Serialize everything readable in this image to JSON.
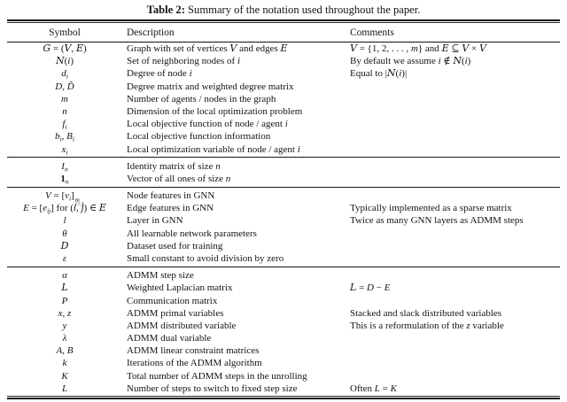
{
  "caption": {
    "label": "Table 2:",
    "text": "Summary of the notation used throughout the paper."
  },
  "table": {
    "headers": [
      "Symbol",
      "Description",
      "Comments"
    ],
    "sections": [
      {
        "rows": [
          {
            "symbol": [
              {
                "c": "G"
              },
              {
                "t": " = ("
              },
              {
                "c": "V"
              },
              {
                "t": ", "
              },
              {
                "c": "E"
              },
              {
                "t": ")"
              }
            ],
            "description": [
              {
                "t": "Graph with set of vertices "
              },
              {
                "c": "V"
              },
              {
                "t": " and edges "
              },
              {
                "c": "E"
              }
            ],
            "comments": [
              {
                "c": "V"
              },
              {
                "t": " = {1, 2, . . . , "
              },
              {
                "i": "m"
              },
              {
                "t": "} and "
              },
              {
                "c": "E"
              },
              {
                "t": " ⊆ "
              },
              {
                "c": "V"
              },
              {
                "t": " × "
              },
              {
                "c": "V"
              }
            ]
          },
          {
            "symbol": [
              {
                "c": "N"
              },
              {
                "t": "("
              },
              {
                "i": "i"
              },
              {
                "t": ")"
              }
            ],
            "description": [
              {
                "t": "Set of neighboring nodes of "
              },
              {
                "i": "i"
              }
            ],
            "comments": [
              {
                "t": "By default we assume "
              },
              {
                "i": "i"
              },
              {
                "t": " ∉ "
              },
              {
                "c": "N"
              },
              {
                "t": "("
              },
              {
                "i": "i"
              },
              {
                "t": ")"
              }
            ]
          },
          {
            "symbol": [
              {
                "i": "d"
              },
              {
                "s": "i"
              }
            ],
            "description": [
              {
                "t": "Degree of node "
              },
              {
                "i": "i"
              }
            ],
            "comments": [
              {
                "t": "Equal to |"
              },
              {
                "c": "N"
              },
              {
                "t": "("
              },
              {
                "i": "i"
              },
              {
                "t": ")|"
              }
            ]
          },
          {
            "symbol": [
              {
                "i": "D"
              },
              {
                "t": ", "
              },
              {
                "i": "D̃"
              }
            ],
            "description": [
              {
                "t": "Degree matrix and weighted degree matrix"
              }
            ],
            "comments": []
          },
          {
            "symbol": [
              {
                "i": "m"
              }
            ],
            "description": [
              {
                "t": "Number of agents / nodes in the graph"
              }
            ],
            "comments": []
          },
          {
            "symbol": [
              {
                "i": "n"
              }
            ],
            "description": [
              {
                "t": "Dimension of the local optimization problem"
              }
            ],
            "comments": []
          },
          {
            "symbol": [
              {
                "i": "f"
              },
              {
                "s": "i"
              }
            ],
            "description": [
              {
                "t": "Local objective function of node / agent "
              },
              {
                "i": "i"
              }
            ],
            "comments": []
          },
          {
            "symbol": [
              {
                "i": "b"
              },
              {
                "s": "i"
              },
              {
                "t": ", "
              },
              {
                "i": "B"
              },
              {
                "s": "i"
              }
            ],
            "description": [
              {
                "t": "Local objective function information"
              }
            ],
            "comments": []
          },
          {
            "symbol": [
              {
                "i": "x"
              },
              {
                "s": "i"
              }
            ],
            "description": [
              {
                "t": "Local optimization variable of node / agent "
              },
              {
                "i": "i"
              }
            ],
            "comments": []
          }
        ]
      },
      {
        "rows": [
          {
            "symbol": [
              {
                "i": "I"
              },
              {
                "s": "n"
              }
            ],
            "description": [
              {
                "t": "Identity matrix of size "
              },
              {
                "i": "n"
              }
            ],
            "comments": []
          },
          {
            "symbol": [
              {
                "b": "1"
              },
              {
                "s": "n"
              }
            ],
            "description": [
              {
                "t": "Vector of all ones of size "
              },
              {
                "i": "n"
              }
            ],
            "comments": []
          }
        ]
      },
      {
        "rows": [
          {
            "symbol": [
              {
                "i": "V"
              },
              {
                "t": " = ["
              },
              {
                "i": "v"
              },
              {
                "s": "i"
              },
              {
                "t": "]"
              },
              {
                "ss": {
                  "u": "m",
                  "s": "i=1"
                }
              }
            ],
            "description": [
              {
                "t": "Node features in GNN"
              }
            ],
            "comments": []
          },
          {
            "symbol": [
              {
                "i": "E"
              },
              {
                "t": " = ["
              },
              {
                "i": "e"
              },
              {
                "s": "ij"
              },
              {
                "t": "] for ("
              },
              {
                "i": "i"
              },
              {
                "t": ", "
              },
              {
                "i": "j"
              },
              {
                "t": ") ∈ "
              },
              {
                "c": "E"
              }
            ],
            "description": [
              {
                "t": "Edge features in GNN"
              }
            ],
            "comments": [
              {
                "t": "Typically implemented as a sparse matrix"
              }
            ]
          },
          {
            "symbol": [
              {
                "i": "l"
              }
            ],
            "description": [
              {
                "t": "Layer in GNN"
              }
            ],
            "comments": [
              {
                "t": "Twice as many GNN layers as ADMM steps"
              }
            ]
          },
          {
            "symbol": [
              {
                "i": "θ"
              }
            ],
            "description": [
              {
                "t": "All learnable network parameters"
              }
            ],
            "comments": []
          },
          {
            "symbol": [
              {
                "c": "D"
              }
            ],
            "description": [
              {
                "t": "Dataset used for training"
              }
            ],
            "comments": []
          },
          {
            "symbol": [
              {
                "i": "ε"
              }
            ],
            "description": [
              {
                "t": "Small constant to avoid division by zero"
              }
            ],
            "comments": []
          }
        ]
      },
      {
        "rows": [
          {
            "symbol": [
              {
                "i": "α"
              }
            ],
            "description": [
              {
                "t": "ADMM step size"
              }
            ],
            "comments": []
          },
          {
            "symbol": [
              {
                "c": "L"
              }
            ],
            "description": [
              {
                "t": "Weighted Laplacian matrix"
              }
            ],
            "comments": [
              {
                "c": "L"
              },
              {
                "t": " = "
              },
              {
                "i": "D"
              },
              {
                "t": " − "
              },
              {
                "i": "E"
              }
            ]
          },
          {
            "symbol": [
              {
                "i": "P"
              }
            ],
            "description": [
              {
                "t": "Communication matrix"
              }
            ],
            "comments": []
          },
          {
            "symbol": [
              {
                "i": "x"
              },
              {
                "t": ", "
              },
              {
                "i": "z"
              }
            ],
            "description": [
              {
                "t": "ADMM primal variables"
              }
            ],
            "comments": [
              {
                "t": "Stacked and slack distributed variables"
              }
            ]
          },
          {
            "symbol": [
              {
                "i": "y"
              }
            ],
            "description": [
              {
                "t": "ADMM distributed variable"
              }
            ],
            "comments": [
              {
                "t": "This is a reformulation of the "
              },
              {
                "i": "z"
              },
              {
                "t": " variable"
              }
            ]
          },
          {
            "symbol": [
              {
                "i": "λ"
              }
            ],
            "description": [
              {
                "t": "ADMM dual variable"
              }
            ],
            "comments": []
          },
          {
            "symbol": [
              {
                "i": "A"
              },
              {
                "t": ", "
              },
              {
                "i": "B"
              }
            ],
            "description": [
              {
                "t": "ADMM linear constraint matrices"
              }
            ],
            "comments": []
          },
          {
            "symbol": [
              {
                "i": "k"
              }
            ],
            "description": [
              {
                "t": "Iterations of the ADMM algorithm"
              }
            ],
            "comments": []
          },
          {
            "symbol": [
              {
                "i": "K"
              }
            ],
            "description": [
              {
                "t": "Total number of ADMM steps in the unrolling"
              }
            ],
            "comments": []
          },
          {
            "symbol": [
              {
                "i": "L"
              }
            ],
            "description": [
              {
                "t": "Number of steps to switch to fixed step size"
              }
            ],
            "comments": [
              {
                "t": "Often "
              },
              {
                "i": "L"
              },
              {
                "t": " = "
              },
              {
                "i": "K"
              }
            ]
          }
        ]
      }
    ]
  }
}
